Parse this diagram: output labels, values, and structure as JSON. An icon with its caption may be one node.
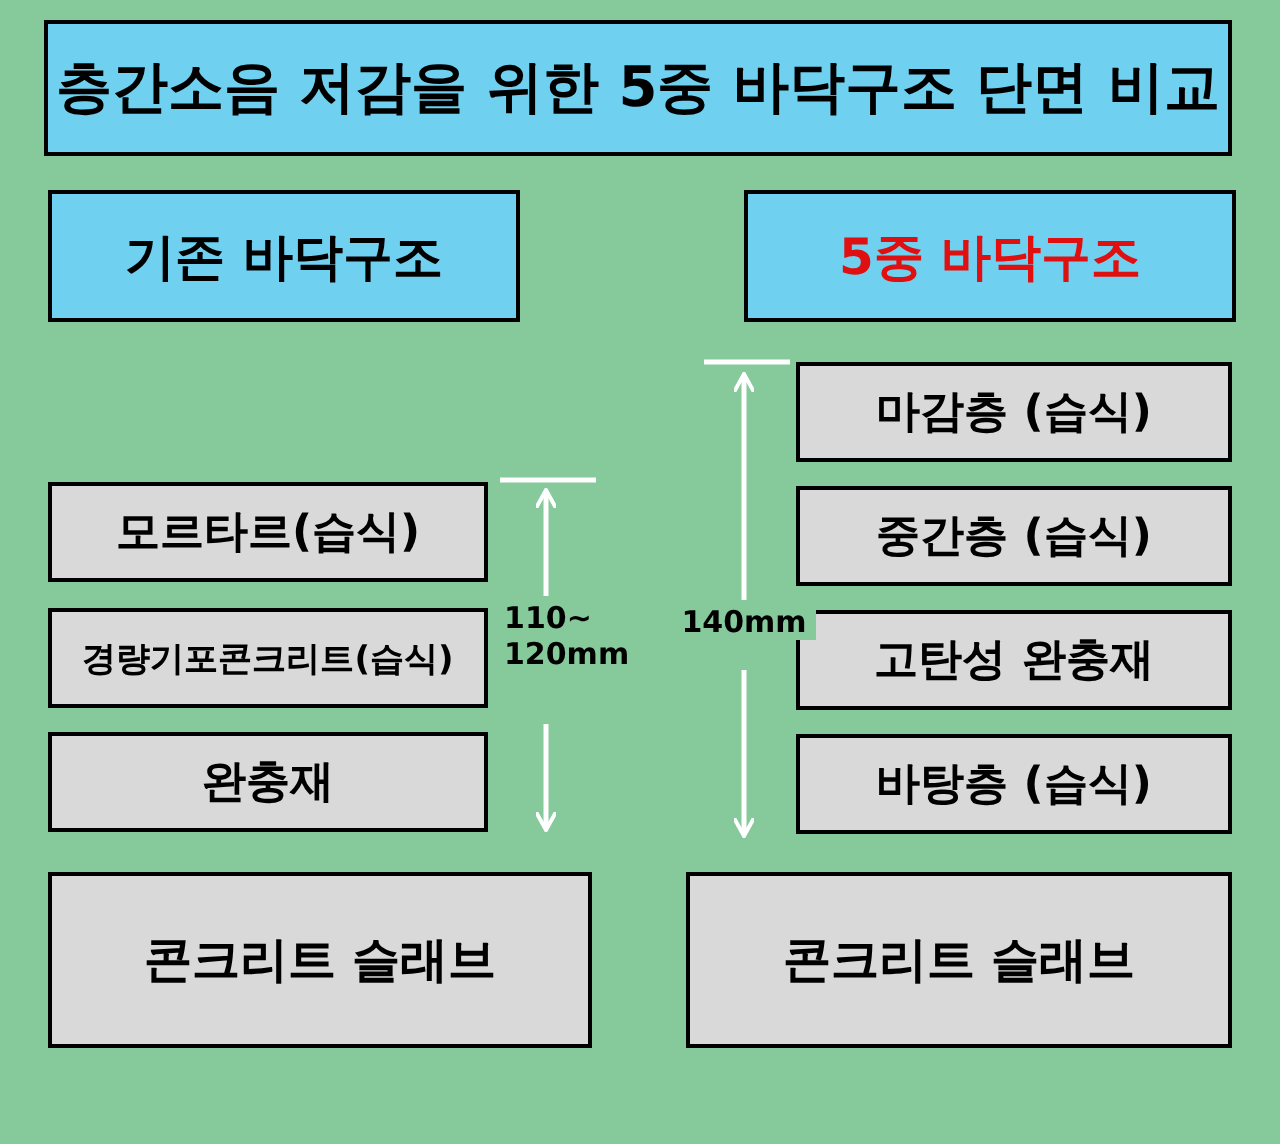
{
  "diagram": {
    "title": "층간소음 저감을 위한 5중 바닥구조 단면 비교",
    "nodes": [
      {
        "text": [
          "기존 바닥구조"
        ]
      },
      {
        "text": [
          "5중 바닥구조"
        ]
      },
      {
        "text": [
          "모르타르(습식)"
        ]
      },
      {
        "text": [
          "경량기포콘크리트(습식)"
        ]
      },
      {
        "text": [
          "완충재"
        ]
      },
      {
        "text": [
          "콘크리트 슬래브"
        ]
      },
      {
        "text": [
          "마감층 (습식)"
        ]
      },
      {
        "text": [
          "중간층 (습식)"
        ]
      },
      {
        "text": [
          "고탄성 완충재"
        ]
      },
      {
        "text": [
          "바탕층 (습식)"
        ]
      },
      {
        "text": [
          "콘크리트 슬래브"
        ]
      }
    ],
    "edges": [],
    "labels": [
      "110~ 120mm",
      "140mm"
    ]
  }
}
